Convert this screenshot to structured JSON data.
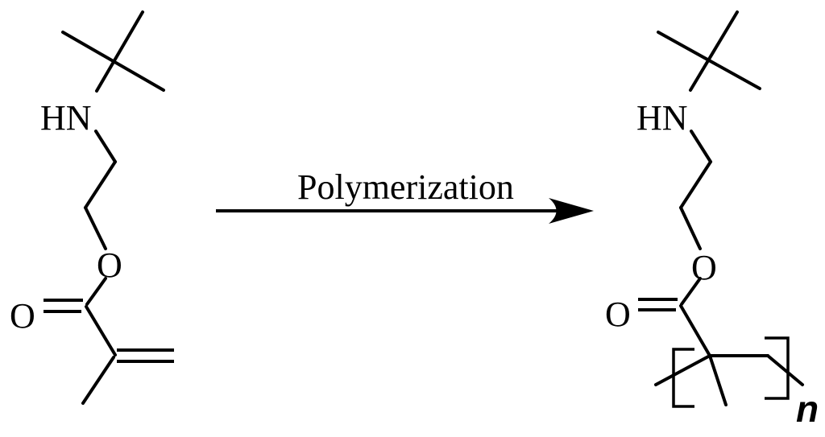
{
  "colors": {
    "ink": "#000000",
    "background": "#ffffff"
  },
  "arrow": {
    "label": "Polymerization"
  },
  "reactant": {
    "amine_label": "HN",
    "ester_oxygen_label": "O",
    "carbonyl_oxygen_label": "O"
  },
  "product": {
    "amine_label": "HN",
    "ester_oxygen_label": "O",
    "carbonyl_oxygen_label": "O",
    "repeat_subscript": "n"
  }
}
